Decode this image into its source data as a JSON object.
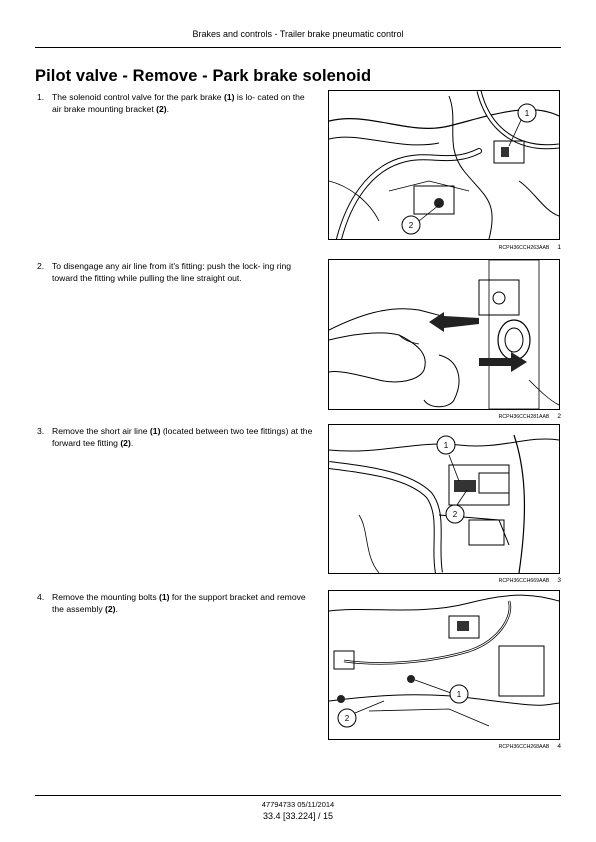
{
  "header": {
    "running_title": "Brakes and controls - Trailer brake pneumatic control"
  },
  "page_title": "Pilot valve - Remove - Park brake solenoid",
  "steps": [
    {
      "number": "1.",
      "t1": "The solenoid control valve for the park brake ",
      "b1": "(1)",
      "t2": " is lo- cated on the air brake mounting bracket ",
      "b2": "(2)",
      "t3": "."
    },
    {
      "number": "2.",
      "t1": "To disengage any air line from it's fitting: push the lock- ing ring toward the fitting while pulling the line straight out."
    },
    {
      "number": "3.",
      "t1": "Remove the short air line ",
      "b1": "(1)",
      "t2": " (located between two tee fittings) at the forward tee fitting ",
      "b2": "(2)",
      "t3": "."
    },
    {
      "number": "4.",
      "t1": "Remove the mounting bolts ",
      "b1": "(1)",
      "t2": " for the support bracket and remove the assembly ",
      "b2": "(2)",
      "t3": "."
    }
  ],
  "figures": [
    {
      "code": "RCPH36CCH263AAB",
      "number": "1",
      "callouts": [
        "1",
        "2"
      ]
    },
    {
      "code": "RCPH36CCH281AAB",
      "number": "2"
    },
    {
      "code": "RCPH36CCH669AAB",
      "number": "3",
      "callouts": [
        "1",
        "2"
      ]
    },
    {
      "code": "RCPH36CCH268AAB",
      "number": "4",
      "callouts": [
        "1",
        "2"
      ]
    }
  ],
  "footer": {
    "doc_ref": "47794733 05/11/2014",
    "page_ref": "33.4 [33.224] / 15"
  }
}
